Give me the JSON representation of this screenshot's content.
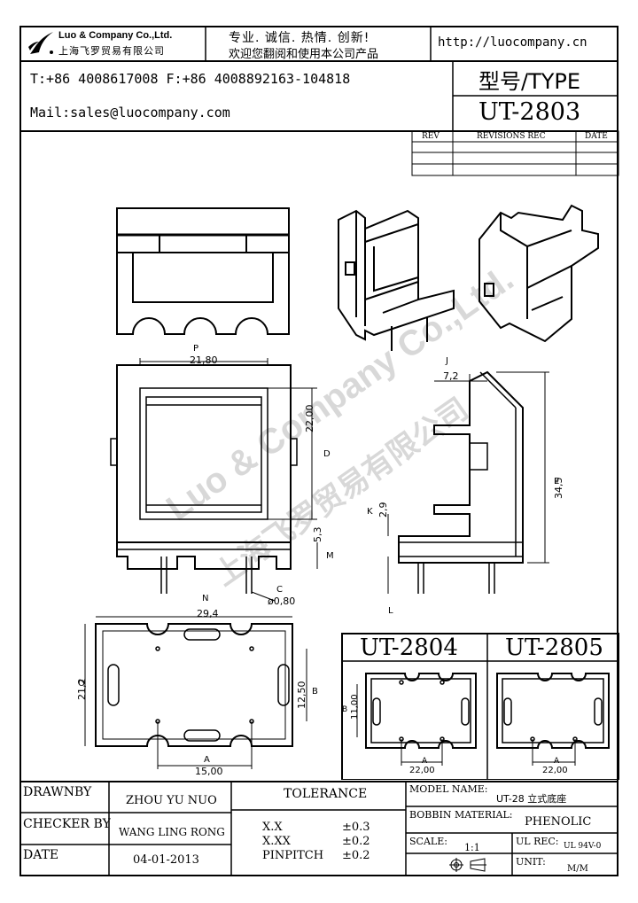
{
  "header": {
    "company_en": "Luo & Company Co.,Ltd.",
    "company_cn": "上海飞罗贸易有限公司",
    "slogan1": "专业. 诚信. 热情. 创新!",
    "slogan2": "欢迎您翻阅和使用本公司产品",
    "website": "http://luocompany.cn",
    "phone": "T:+86 4008617008 F:+86 4008892163-104818",
    "mail": "Mail:sales@luocompany.com",
    "type_label": "型号/TYPE",
    "model": "UT-2803"
  },
  "revisions": {
    "col_rev": "REV",
    "col_rec": "REVISIONS REC",
    "col_date": "DATE"
  },
  "dimensions": {
    "d_21_80": "21,80",
    "d_22_00v": "22,00",
    "d_5_3": "5,3",
    "d_0_80": "ø0,80",
    "d_7_2": "7,2",
    "d_34_5": "34,5",
    "d_2_9": "2,9",
    "d_29_4": "29,4",
    "d_21_2": "21,2",
    "d_12_50": "12,50",
    "d_15_00": "15,00",
    "d_11_00": "11,00",
    "d_22_00a": "22,00",
    "d_22_00b": "22,00"
  },
  "markers": {
    "P": "P",
    "D": "D",
    "M": "M",
    "C": "C",
    "J": "J",
    "E": "E",
    "K": "K",
    "L": "L",
    "N": "N",
    "O": "O",
    "B": "B",
    "A": "A"
  },
  "variants": {
    "v1": "UT-2804",
    "v2": "UT-2805"
  },
  "watermark": {
    "en": "Luo & Company Co.,Ltd.",
    "cn": "上海飞罗贸易有限公司"
  },
  "title_block": {
    "drawnby_label": "DRAWNBY",
    "drawnby_value": "ZHOU YU NUO",
    "checker_label": "CHECKER BY",
    "checker_value": "WANG LING RONG",
    "date_label": "DATE",
    "date_value": "04-01-2013",
    "tolerance_label": "TOLERANCE",
    "tol1_k": "X.X",
    "tol1_v": "±0.3",
    "tol2_k": "X.XX",
    "tol2_v": "±0.2",
    "tol3_k": "PINPITCH",
    "tol3_v": "±0.2",
    "model_name_label": "MODEL NAME:",
    "model_name_value": "UT-28 立式底座",
    "bobbin_label": "BOBBIN MATERIAL:",
    "bobbin_value": "PHENOLIC",
    "scale_label": "SCALE:",
    "scale_value": "1:1",
    "ulrec_label": "UL REC:",
    "ulrec_value": "UL 94V-0",
    "unit_label": "UNIT:",
    "unit_value": "M/M"
  },
  "colors": {
    "line": "#000000",
    "watermark": "#d8d8d8"
  }
}
